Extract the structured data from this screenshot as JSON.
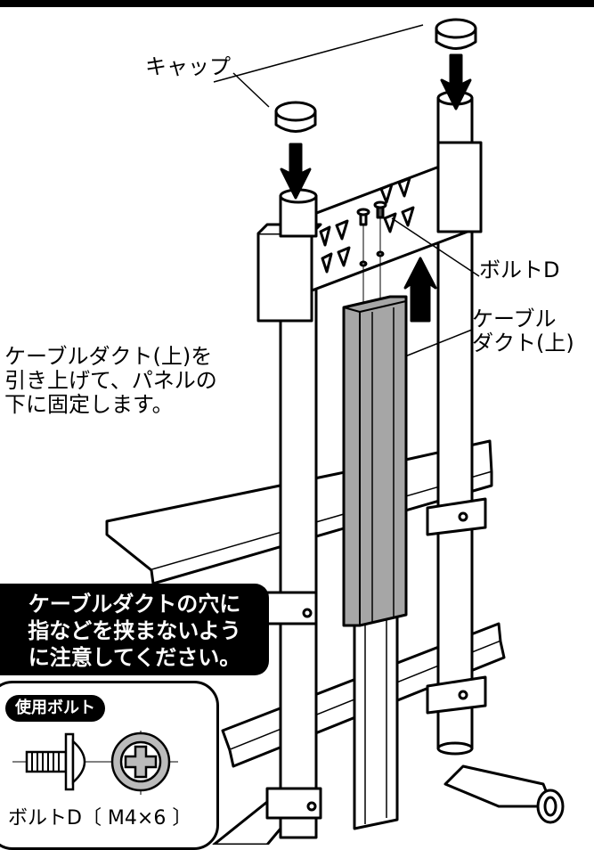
{
  "labels": {
    "cap": "キャップ",
    "bolt": "ボルトD",
    "cable_duct": "ケーブル\nダクト(上)",
    "instruction": "ケーブルダクト(上)を\n引き上げて、パネルの\n下に固定します。"
  },
  "warning": {
    "text": "ケーブルダクトの穴に\n指などを挟まないよう\nに注意してください。"
  },
  "parts": {
    "tag": "使用ボルト",
    "spec": "ボルトD〔 M4×6 〕"
  },
  "colors": {
    "line": "#000000",
    "duct_fill": "#a6a6a6",
    "warning_bg": "#000000",
    "warning_text": "#ffffff"
  }
}
